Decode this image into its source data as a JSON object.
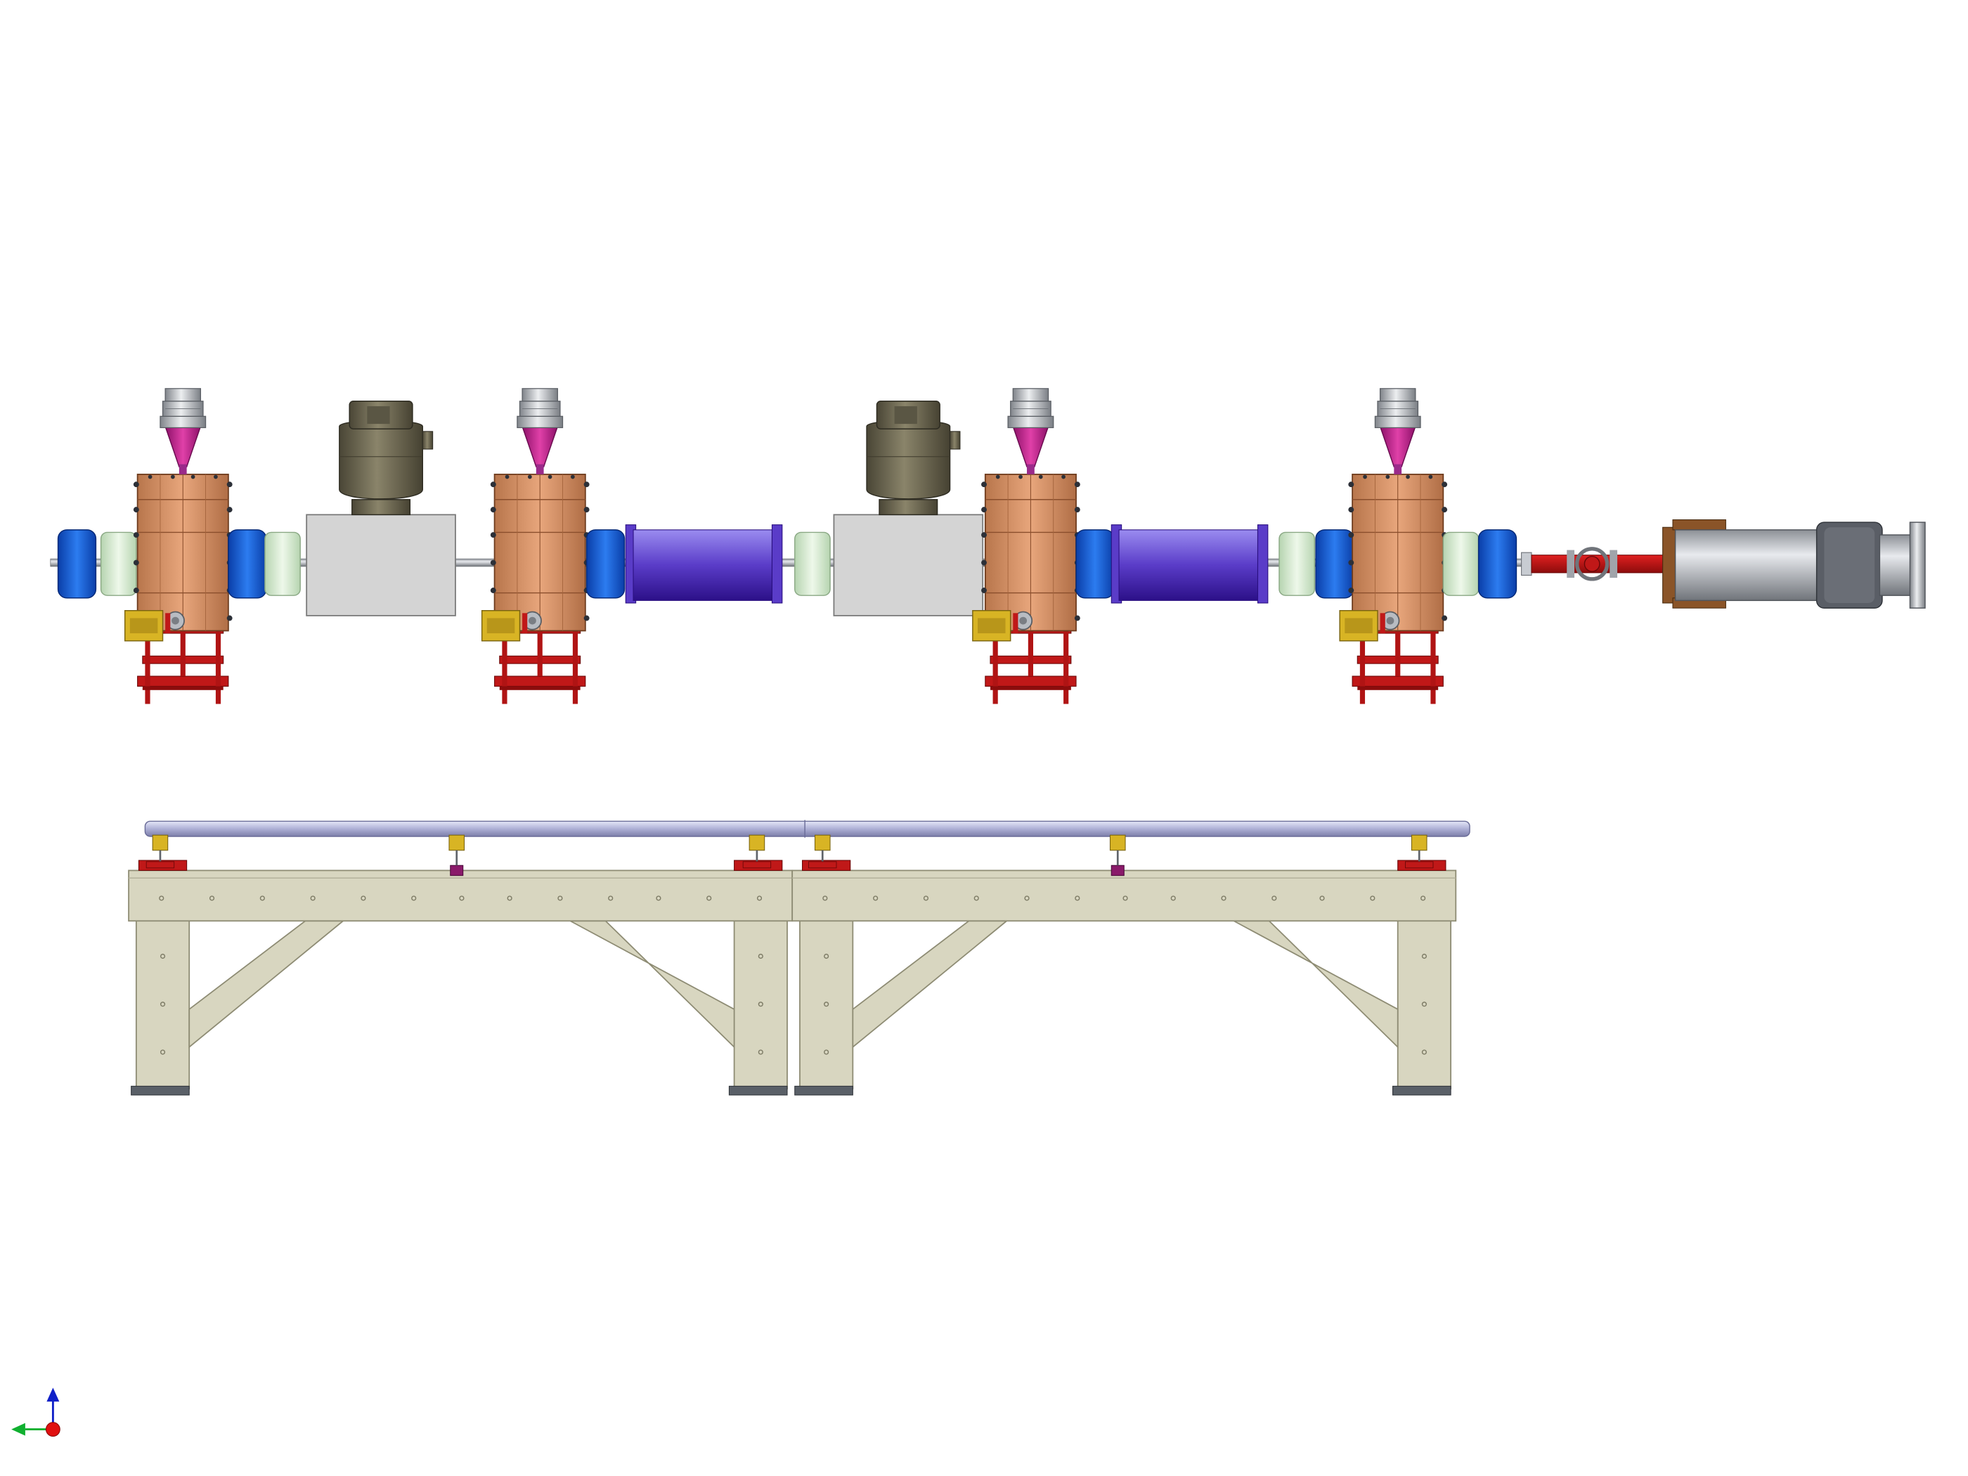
{
  "scene": {
    "view": "cad-assembly-elevation",
    "background": "#ffffff"
  },
  "colors": {
    "copper": "#d9966a",
    "copper_dark": "#a9643c",
    "bolt": "#30343c",
    "stand_red": "#c01818",
    "cone_magenta": "#c0208a",
    "flange_silver": "#b8bcc2",
    "blue_ring": "#1560d8",
    "pale_green": "#d6ecd2",
    "purple_tube_top": "#8a7ee6",
    "purple_tube_bottom": "#3a1a9c",
    "grey_box": "#d4d4d4",
    "olive": "#6e6852",
    "yellow_block": "#d8b424",
    "table_beige": "#d8d6c0",
    "table_edge": "#8e8c74",
    "rail_lavender": "#b8bae0",
    "axis_up": "#1020c8",
    "axis_left": "#10b030",
    "axis_origin": "#e01010"
  },
  "components": {
    "rf_cavities": [
      "cavity-1",
      "cavity-2",
      "cavity-3",
      "cavity-4"
    ],
    "pumps": [
      "pump-1",
      "pump-2"
    ],
    "drift_tubes": [
      "drift-tube-1",
      "drift-tube-2"
    ],
    "end_section": [
      "red-valve-section",
      "silver-cylinder"
    ],
    "support_tables": [
      "table-left",
      "table-right"
    ]
  },
  "triad": {
    "axes": [
      "up-axis",
      "left-axis",
      "origin"
    ]
  }
}
